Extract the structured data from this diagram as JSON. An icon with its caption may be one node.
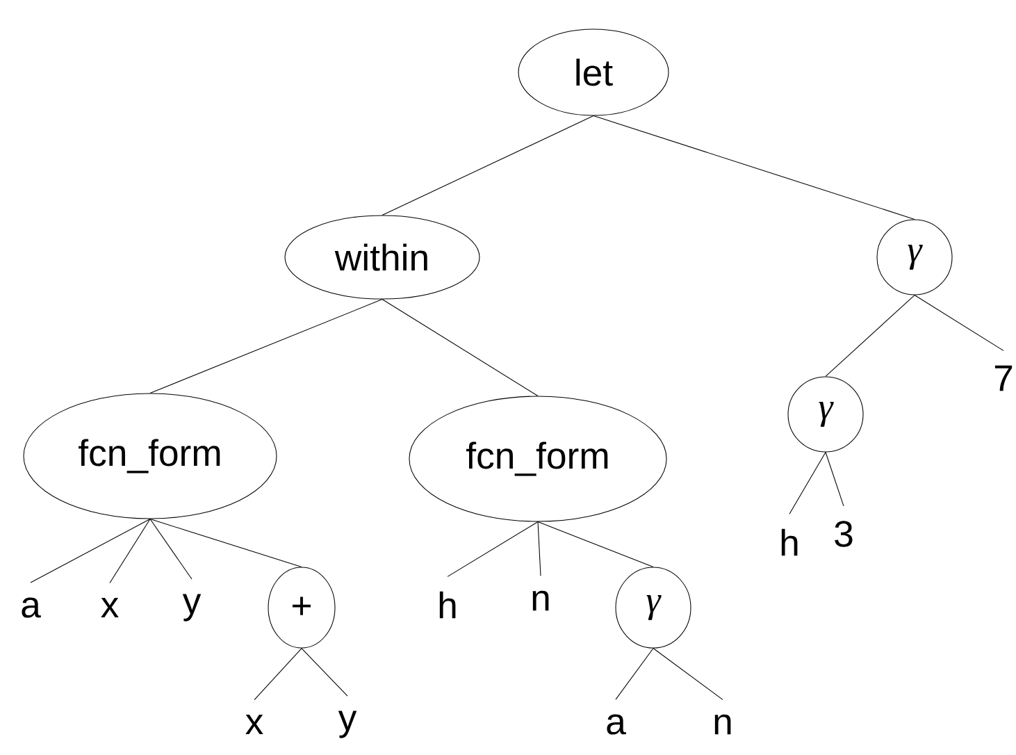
{
  "diagram": {
    "nodes": [
      {
        "text": [
          "let"
        ]
      },
      {
        "text": [
          "within"
        ]
      },
      {
        "text": [
          "γ"
        ]
      },
      {
        "text": [
          "fcn_form"
        ]
      },
      {
        "text": [
          "fcn_form"
        ]
      },
      {
        "text": [
          "γ"
        ]
      },
      {
        "text": [
          "7"
        ]
      },
      {
        "text": [
          "h"
        ]
      },
      {
        "text": [
          "3"
        ]
      },
      {
        "text": [
          "a"
        ]
      },
      {
        "text": [
          "x"
        ]
      },
      {
        "text": [
          "y"
        ]
      },
      {
        "text": [
          "+"
        ]
      },
      {
        "text": [
          "h"
        ]
      },
      {
        "text": [
          "n"
        ]
      },
      {
        "text": [
          "γ"
        ]
      },
      {
        "text": [
          "x"
        ]
      },
      {
        "text": [
          "y"
        ]
      },
      {
        "text": [
          "a"
        ]
      },
      {
        "text": [
          "n"
        ]
      }
    ],
    "edges": [
      {
        "from": 0,
        "to": 1,
        "arrow": "none"
      },
      {
        "from": 0,
        "to": 2,
        "arrow": "none"
      },
      {
        "from": 1,
        "to": 3,
        "arrow": "none"
      },
      {
        "from": 1,
        "to": 4,
        "arrow": "none"
      },
      {
        "from": 2,
        "to": 5,
        "arrow": "none"
      },
      {
        "from": 2,
        "to": 6,
        "arrow": "none"
      },
      {
        "from": 5,
        "to": 7,
        "arrow": "none"
      },
      {
        "from": 5,
        "to": 8,
        "arrow": "none"
      },
      {
        "from": 3,
        "to": 9,
        "arrow": "none"
      },
      {
        "from": 3,
        "to": 10,
        "arrow": "none"
      },
      {
        "from": 3,
        "to": 11,
        "arrow": "none"
      },
      {
        "from": 3,
        "to": 12,
        "arrow": "none"
      },
      {
        "from": 4,
        "to": 13,
        "arrow": "none"
      },
      {
        "from": 4,
        "to": 14,
        "arrow": "none"
      },
      {
        "from": 4,
        "to": 15,
        "arrow": "none"
      },
      {
        "from": 12,
        "to": 16,
        "arrow": "none"
      },
      {
        "from": 12,
        "to": 17,
        "arrow": "none"
      },
      {
        "from": 15,
        "to": 18,
        "arrow": "none"
      },
      {
        "from": 15,
        "to": 19,
        "arrow": "none"
      }
    ]
  }
}
